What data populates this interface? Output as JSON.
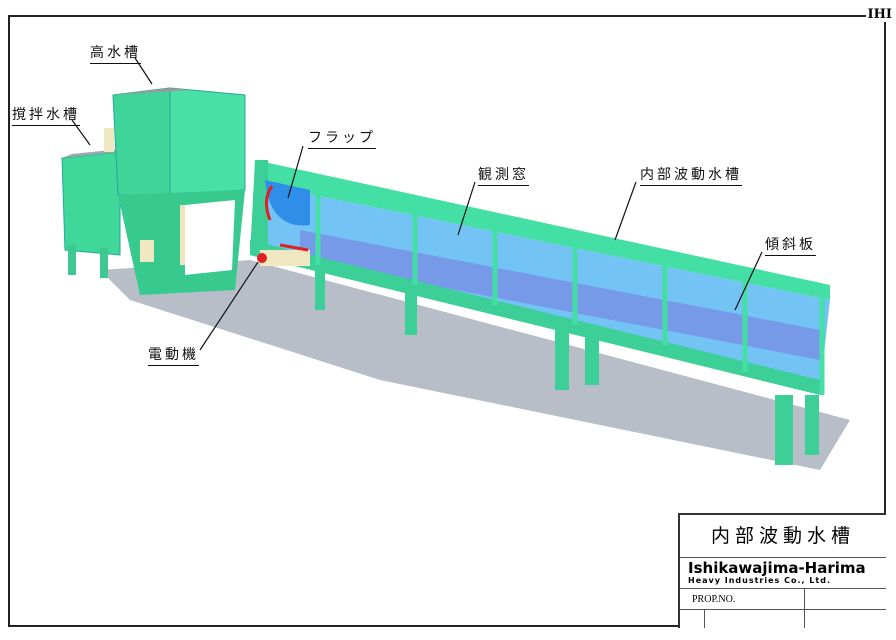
{
  "corner_logo": "IHI",
  "labels": {
    "high_tank": "高水槽",
    "stirring_tank": "撹拌水槽",
    "flap": "フラップ",
    "observation_window": "観測窓",
    "internal_wave_tank": "内部波動水槽",
    "inclined_plate": "傾斜板",
    "motor": "電動機"
  },
  "title_block": {
    "title": "内部波動水槽",
    "company": "Ishikawajima-Harima",
    "company_sub": "Heavy Industries Co., Ltd.",
    "prop_no": "PROP.NO."
  },
  "colors": {
    "frame_green": "#3ee0a0",
    "water": "#4aa8f0",
    "arrow": "#e02020"
  }
}
